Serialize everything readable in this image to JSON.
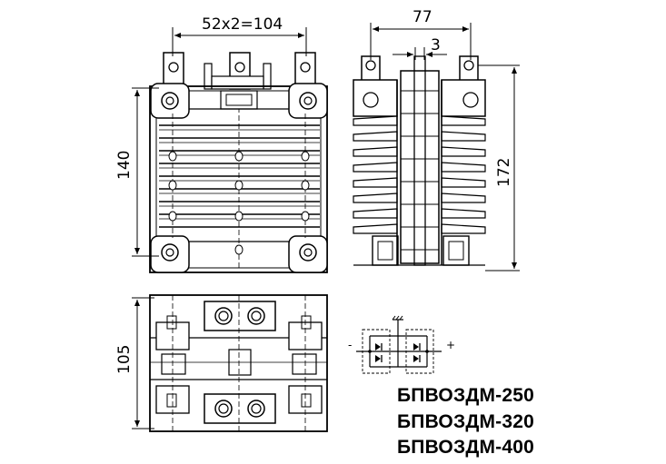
{
  "dimensions": {
    "top_width": "52x2=104",
    "side_width": "77",
    "gap": "3",
    "front_height": "140",
    "side_height": "172",
    "bottom_height": "105"
  },
  "schematic": {
    "minus": "-",
    "plus": "+"
  },
  "models": [
    "БПВОЗДМ-250",
    "БПВОЗДМ-320",
    "БПВОЗДМ-400"
  ]
}
